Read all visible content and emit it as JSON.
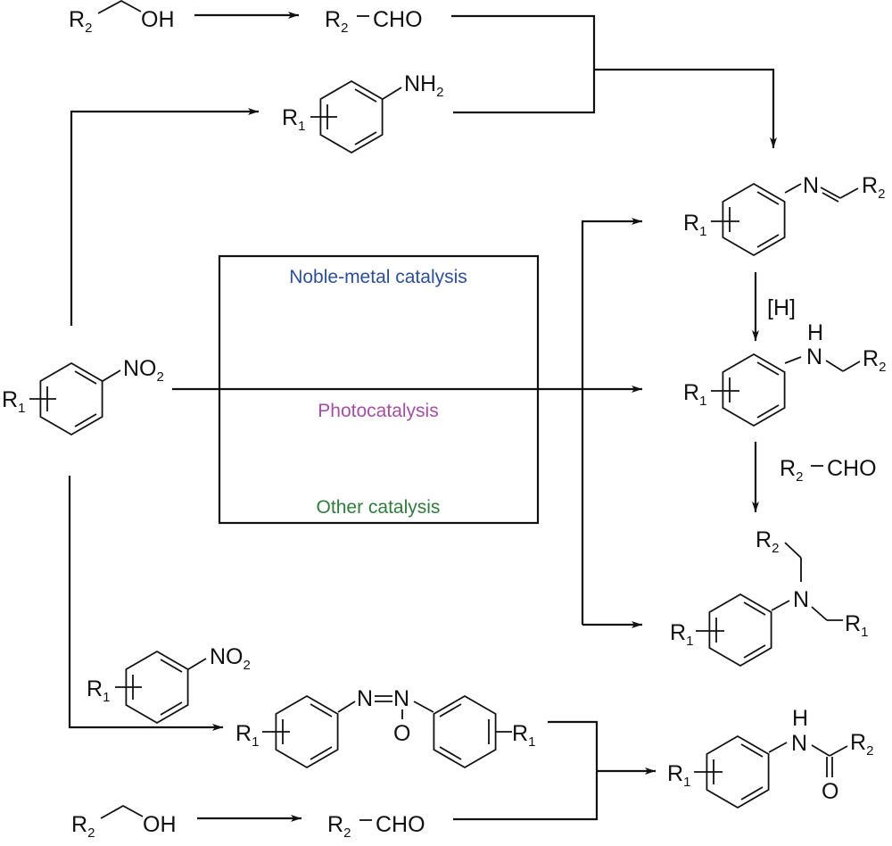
{
  "diagram": {
    "type": "reaction-scheme",
    "box": {
      "labels": [
        {
          "text": "Noble-metal catalysis",
          "color": "#2a4fa0"
        },
        {
          "text": "Photocatalysis",
          "color": "#a54ea6"
        },
        {
          "text": "Other catalysis",
          "color": "#2e7d3a"
        }
      ]
    },
    "text": {
      "R1": "R",
      "R1_sub": "1",
      "R2": "R",
      "R2_sub": "2",
      "OH": "OH",
      "CHO": "CHO",
      "NH2": "NH",
      "NH2_sub": "2",
      "NO2": "NO",
      "NO2_sub": "2",
      "N": "N",
      "H": "H",
      "O": "O",
      "H_reagent": "[H]",
      "dash": "−"
    },
    "species": [
      {
        "id": "alcohol-top",
        "label": "R2-CH2-OH"
      },
      {
        "id": "aldehyde-top",
        "label": "R2-CHO"
      },
      {
        "id": "aniline",
        "label": "R1-C6H4-NH2"
      },
      {
        "id": "nitroarene",
        "label": "R1-C6H4-NO2"
      },
      {
        "id": "imine",
        "label": "R1-C6H4-N=CH-R2"
      },
      {
        "id": "secondary-amine",
        "label": "R1-C6H4-NH-CH2-R2"
      },
      {
        "id": "tertiary-amine",
        "label": "R1-C6H4-N(CH2R2)(CH2R1)"
      },
      {
        "id": "nitroarene-2",
        "label": "R1-C6H4-NO2"
      },
      {
        "id": "azoxybenzene",
        "label": "R1-C6H4-N=N(O)-C6H4-R1"
      },
      {
        "id": "alcohol-bottom",
        "label": "R2-CH2-OH"
      },
      {
        "id": "aldehyde-bottom",
        "label": "R2-CHO"
      },
      {
        "id": "amide",
        "label": "R1-C6H4-NH-C(=O)-R2"
      }
    ]
  }
}
